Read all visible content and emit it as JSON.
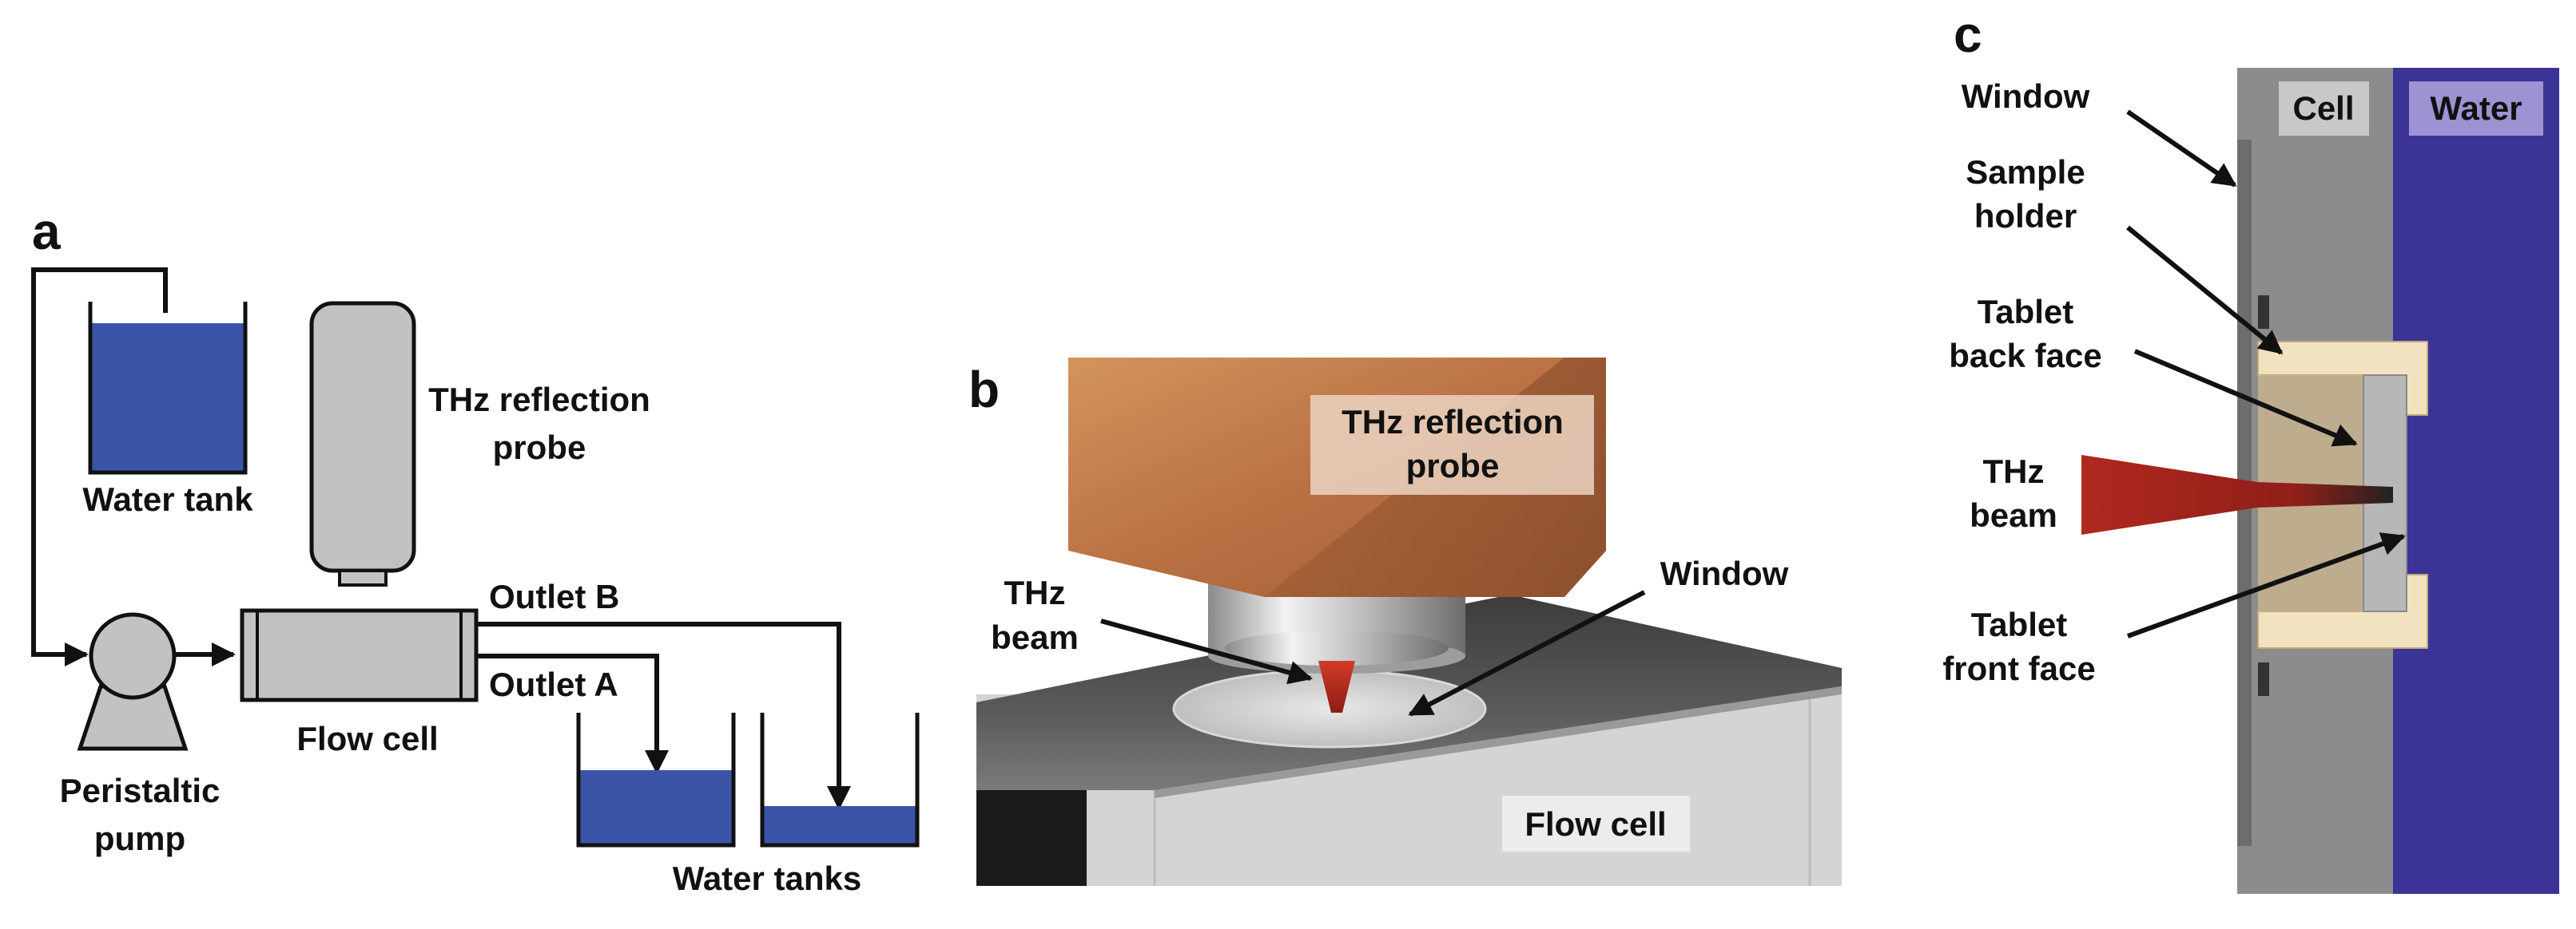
{
  "panels": {
    "a": {
      "letter": "a",
      "water_tank": "Water tank",
      "probe_line1": "THz reflection",
      "probe_line2": "probe",
      "outlet_b": "Outlet B",
      "outlet_a": "Outlet A",
      "flow_cell": "Flow cell",
      "pump_line1": "Peristaltic",
      "pump_line2": "pump",
      "water_tanks": "Water tanks"
    },
    "b": {
      "letter": "b",
      "probe_line1": "THz reflection",
      "probe_line2": "probe",
      "beam_line1": "THz",
      "beam_line2": "beam",
      "window": "Window",
      "flow_cell": "Flow cell"
    },
    "c": {
      "letter": "c",
      "cell": "Cell",
      "water": "Water",
      "window": "Window",
      "holder_line1": "Sample",
      "holder_line2": "holder",
      "back_line1": "Tablet",
      "back_line2": "back face",
      "beam_line1": "THz",
      "beam_line2": "beam",
      "front_line1": "Tablet",
      "front_line2": "front face"
    }
  },
  "colors": {
    "water_blue": "#3a55a8",
    "gray_component": "#c2c2c2",
    "probe_copper": "#c98553",
    "beam_red": "#b0281f",
    "cell_gray": "#8c8c8c",
    "water_purple": "#3b3396",
    "holder_cream": "#f1e3bf"
  }
}
